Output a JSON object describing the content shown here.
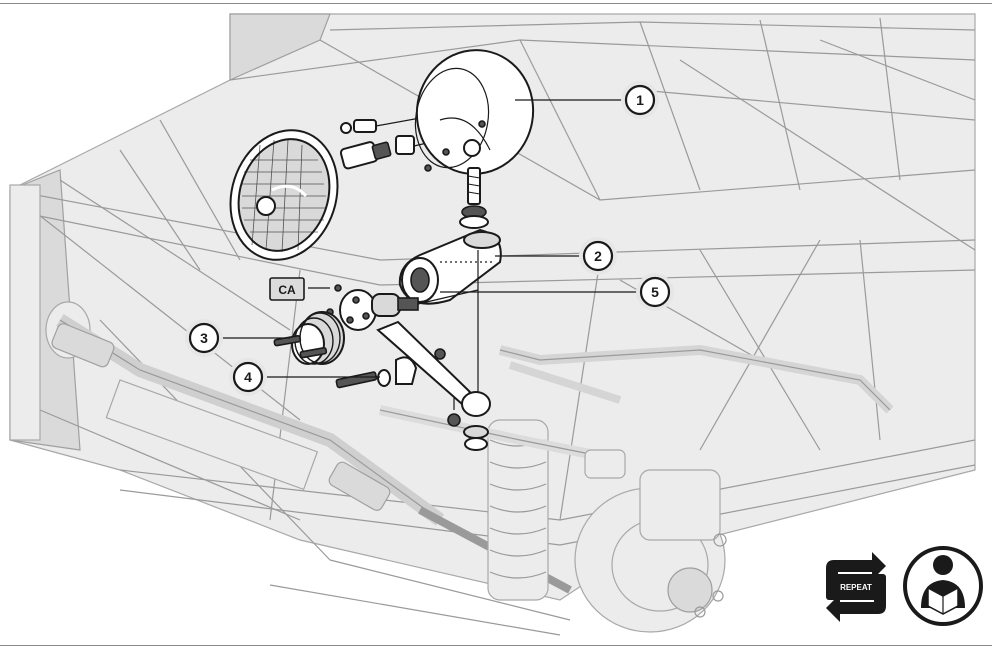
{
  "callouts": [
    {
      "label": "1"
    },
    {
      "label": "2"
    },
    {
      "label": "3"
    },
    {
      "label": "4"
    },
    {
      "label": "5"
    }
  ],
  "ca_label": "CA",
  "icons": {
    "repeat": {
      "name": "repeat-icon",
      "label": "REPEAT"
    },
    "manual": {
      "name": "read-manual-icon"
    }
  },
  "colors": {
    "ink": "#1a1a1a",
    "frame": "#ececec",
    "frame_stroke": "#a8a8a8",
    "callout_halo": "#e6e6e6"
  }
}
